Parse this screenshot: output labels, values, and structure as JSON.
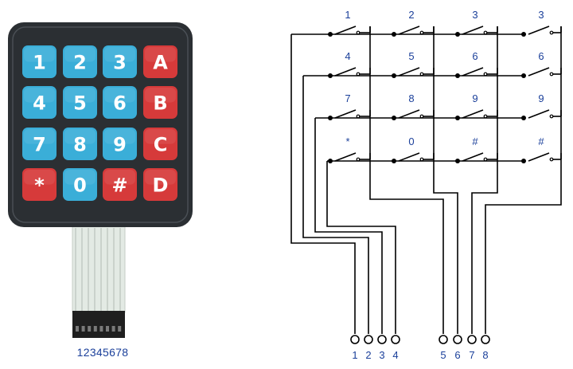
{
  "keypad": {
    "rows": [
      [
        {
          "label": "1",
          "kind": "digit"
        },
        {
          "label": "2",
          "kind": "digit"
        },
        {
          "label": "3",
          "kind": "digit"
        },
        {
          "label": "A",
          "kind": "letter"
        }
      ],
      [
        {
          "label": "4",
          "kind": "digit"
        },
        {
          "label": "5",
          "kind": "digit"
        },
        {
          "label": "6",
          "kind": "digit"
        },
        {
          "label": "B",
          "kind": "letter"
        }
      ],
      [
        {
          "label": "7",
          "kind": "digit"
        },
        {
          "label": "8",
          "kind": "digit"
        },
        {
          "label": "9",
          "kind": "digit"
        },
        {
          "label": "C",
          "kind": "letter"
        }
      ],
      [
        {
          "label": "*",
          "kind": "symbol"
        },
        {
          "label": "0",
          "kind": "digit"
        },
        {
          "label": "#",
          "kind": "symbol"
        },
        {
          "label": "D",
          "kind": "letter"
        }
      ]
    ],
    "connector_label": "12345678",
    "colors": {
      "body": "#2b2f33",
      "digit_key": "#3aaed8",
      "letter_key": "#d63a3a",
      "symbol_key": "#d63a3a",
      "ribbon": "#dfe6e0",
      "connector": "#222222"
    }
  },
  "schematic": {
    "switch_labels": [
      [
        "1",
        "2",
        "3",
        "3"
      ],
      [
        "4",
        "5",
        "6",
        "6"
      ],
      [
        "7",
        "8",
        "9",
        "9"
      ],
      [
        "*",
        "0",
        "#",
        "#"
      ]
    ],
    "pins": [
      "1",
      "2",
      "3",
      "4",
      "5",
      "6",
      "7",
      "8"
    ],
    "colors": {
      "wire": "#000000",
      "label": "#1a3f9a"
    }
  }
}
